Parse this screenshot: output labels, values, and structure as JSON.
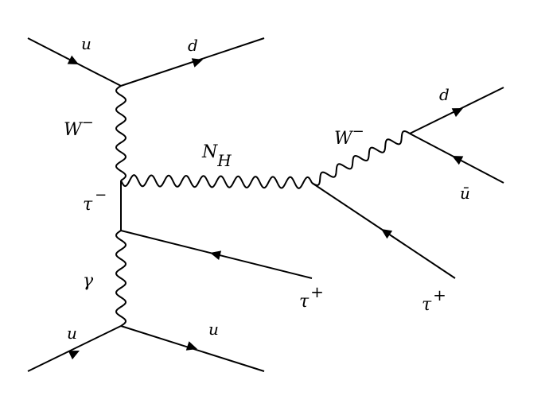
{
  "diagram": {
    "colors": {
      "line": "#000000",
      "background": "#ffffff"
    },
    "labels": {
      "u_top_in": "u",
      "d_top_out": "d",
      "w_minus_left": "W",
      "w_minus_left_sup": "−",
      "tau_minus": "τ",
      "tau_minus_sup": "−",
      "gamma": "γ",
      "u_bottom_in": "u",
      "u_bottom_out": "u",
      "tau_plus_mid": "τ",
      "tau_plus_mid_sup": "+",
      "n_h": "N",
      "n_h_sub": "H",
      "w_minus_right": "W",
      "w_minus_right_sup": "−",
      "d_right": "d",
      "ubar_right": "ū",
      "tau_plus_right": "τ",
      "tau_plus_right_sup": "+"
    }
  }
}
